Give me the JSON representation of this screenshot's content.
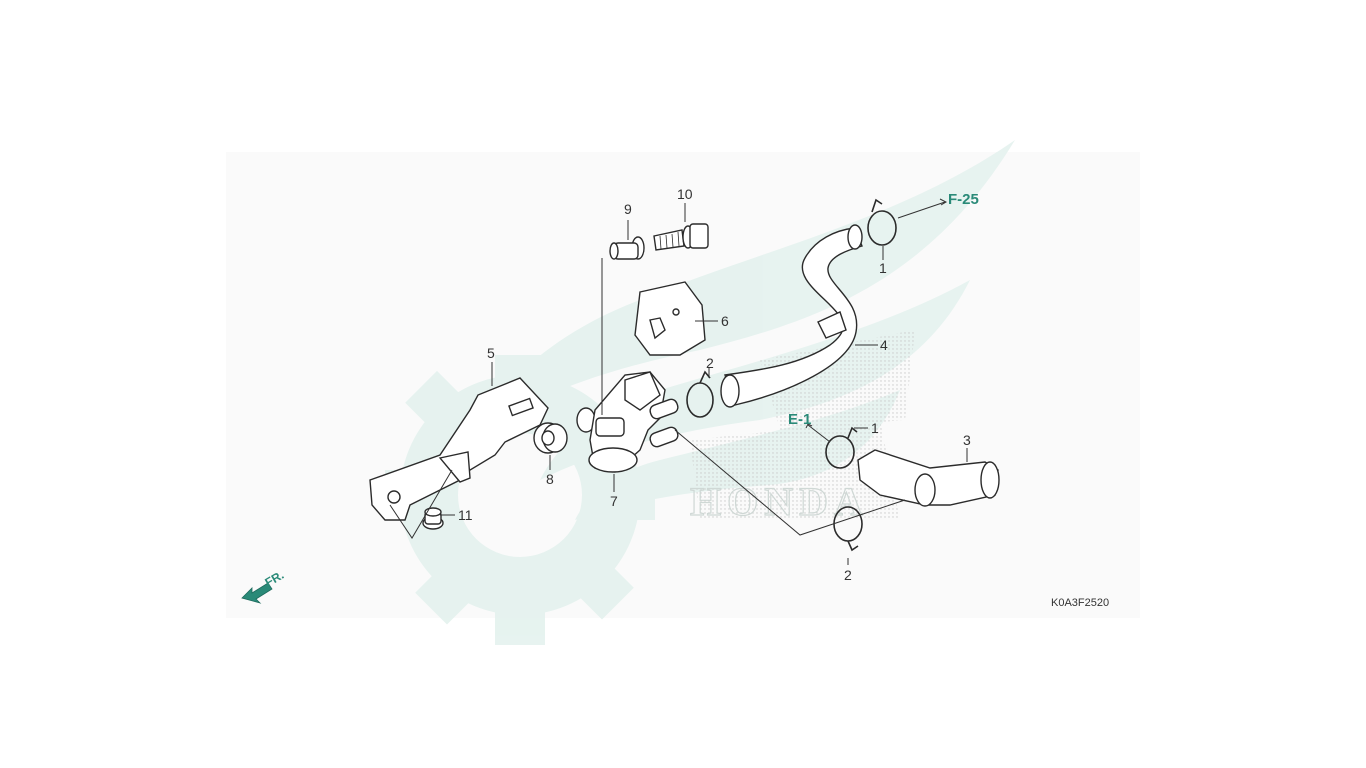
{
  "diagram_code": "K0A3F2520",
  "direction_label": "FR.",
  "references": {
    "f25": "F-25",
    "e1": "E-1"
  },
  "callouts": {
    "c1a": "1",
    "c1b": "1",
    "c2a": "2",
    "c2b": "2",
    "c3": "3",
    "c4": "4",
    "c5": "5",
    "c6": "6",
    "c7": "7",
    "c8": "8",
    "c9": "9",
    "c10": "10",
    "c11": "11"
  },
  "watermark": {
    "text": "HONDA",
    "color": "#d6ece6"
  },
  "colors": {
    "accent": "#2a8a78",
    "line": "#2b2b2b"
  }
}
